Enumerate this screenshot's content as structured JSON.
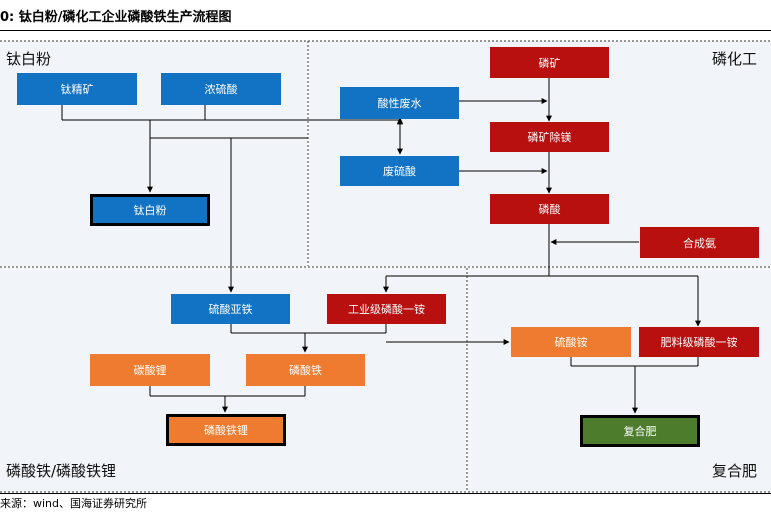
{
  "title": "0:  钛白粉/磷化工企业磷酸铁生产流程图",
  "zones": {
    "titanium": "钛白粉",
    "phosphorus": "磷化工",
    "lfp": "磷酸铁/磷酸铁锂",
    "fertilizer": "复合肥"
  },
  "nodes": {
    "ilmenite": "钛精矿",
    "conc_sulfuric": "浓硫酸",
    "tio2": "钛白粉",
    "acid_waste_water": "酸性废水",
    "waste_sulfuric": "废硫酸",
    "phosphate_rock": "磷矿",
    "rock_mg_removal": "磷矿除镁",
    "phosphoric_acid": "磷酸",
    "synthetic_ammonia": "合成氨",
    "ferrous_sulfate": "硫酸亚铁",
    "industrial_map": "工业级磷酸一铵",
    "lithium_carbonate": "碳酸锂",
    "iron_phosphate": "磷酸铁",
    "lfp": "磷酸铁锂",
    "ammonium_sulfate": "硫酸铵",
    "fertilizer_map": "肥料级磷酸一铵",
    "compound_fertilizer": "复合肥"
  },
  "source": "来源：wind、国海证券研究所",
  "colors": {
    "blue": "#1273c4",
    "red": "#b80f0f",
    "orange": "#ee7b2f",
    "green": "#4d7d2c",
    "panel": "#f1f4f8"
  }
}
